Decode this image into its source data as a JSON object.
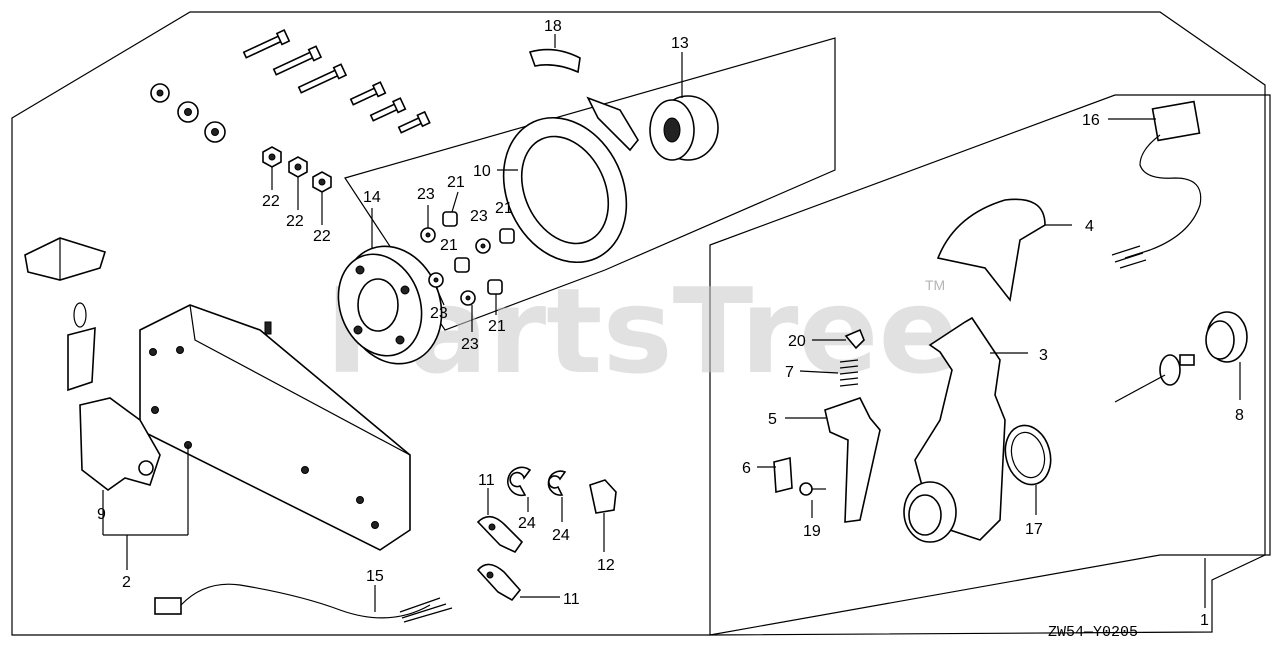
{
  "watermark": "PartsTree",
  "trademark": "TM",
  "diagram_code": "ZW54—Y0205",
  "callouts": {
    "c1": "1",
    "c2": "2",
    "c3": "3",
    "c4": "4",
    "c5": "5",
    "c6": "6",
    "c7": "7",
    "c8": "8",
    "c9": "9",
    "c10": "10",
    "c11a": "11",
    "c11b": "11",
    "c12": "12",
    "c13": "13",
    "c14": "14",
    "c15": "15",
    "c16": "16",
    "c17": "17",
    "c18": "18",
    "c19": "19",
    "c20": "20",
    "c21a": "21",
    "c21b": "21",
    "c21c": "21",
    "c21d": "21",
    "c22a": "22",
    "c22b": "22",
    "c22c": "22",
    "c23a": "23",
    "c23b": "23",
    "c23c": "23",
    "c23d": "23",
    "c24a": "24",
    "c24b": "24"
  }
}
